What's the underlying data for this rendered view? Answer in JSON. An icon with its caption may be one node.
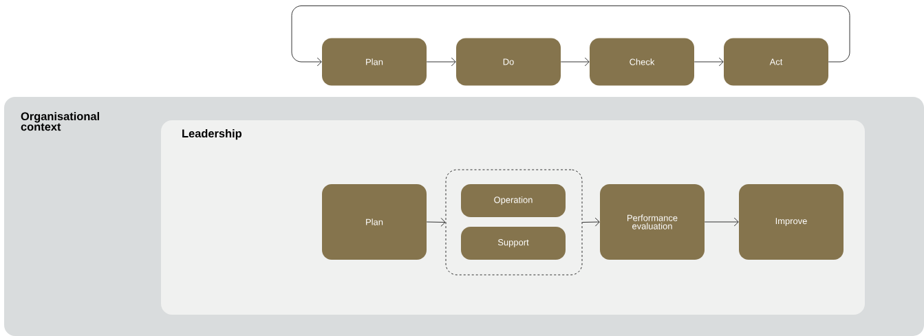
{
  "diagram": {
    "nodes": [
      {
        "text": [
          "Plan"
        ]
      },
      {
        "text": [
          "Do"
        ]
      },
      {
        "text": [
          "Check"
        ]
      },
      {
        "text": [
          "Act"
        ]
      },
      {
        "text": [
          "Organisational context"
        ]
      },
      {
        "text": [
          "Leadership"
        ],
        "in": 4
      },
      {
        "text": [
          "Plan"
        ],
        "in": 5
      },
      {
        "text": [],
        "shape": "box",
        "in": 5
      },
      {
        "text": [
          "Operation"
        ],
        "in": 7
      },
      {
        "text": [
          "Support"
        ],
        "in": 7
      },
      {
        "text": [
          "Performance evaluation"
        ],
        "in": 5
      },
      {
        "text": [
          "Improve"
        ],
        "in": 5
      }
    ],
    "edges": [
      {
        "from": 0,
        "to": 1,
        "arrow": "to"
      },
      {
        "from": 1,
        "to": 2,
        "arrow": "to"
      },
      {
        "from": 2,
        "to": 3,
        "arrow": "to"
      },
      {
        "from": 3,
        "to": 0,
        "arrow": "to"
      },
      {
        "from": 6,
        "to": 7,
        "arrow": "to"
      },
      {
        "from": 7,
        "to": 10,
        "arrow": "to"
      },
      {
        "from": 10,
        "to": 11,
        "arrow": "to"
      }
    ]
  }
}
